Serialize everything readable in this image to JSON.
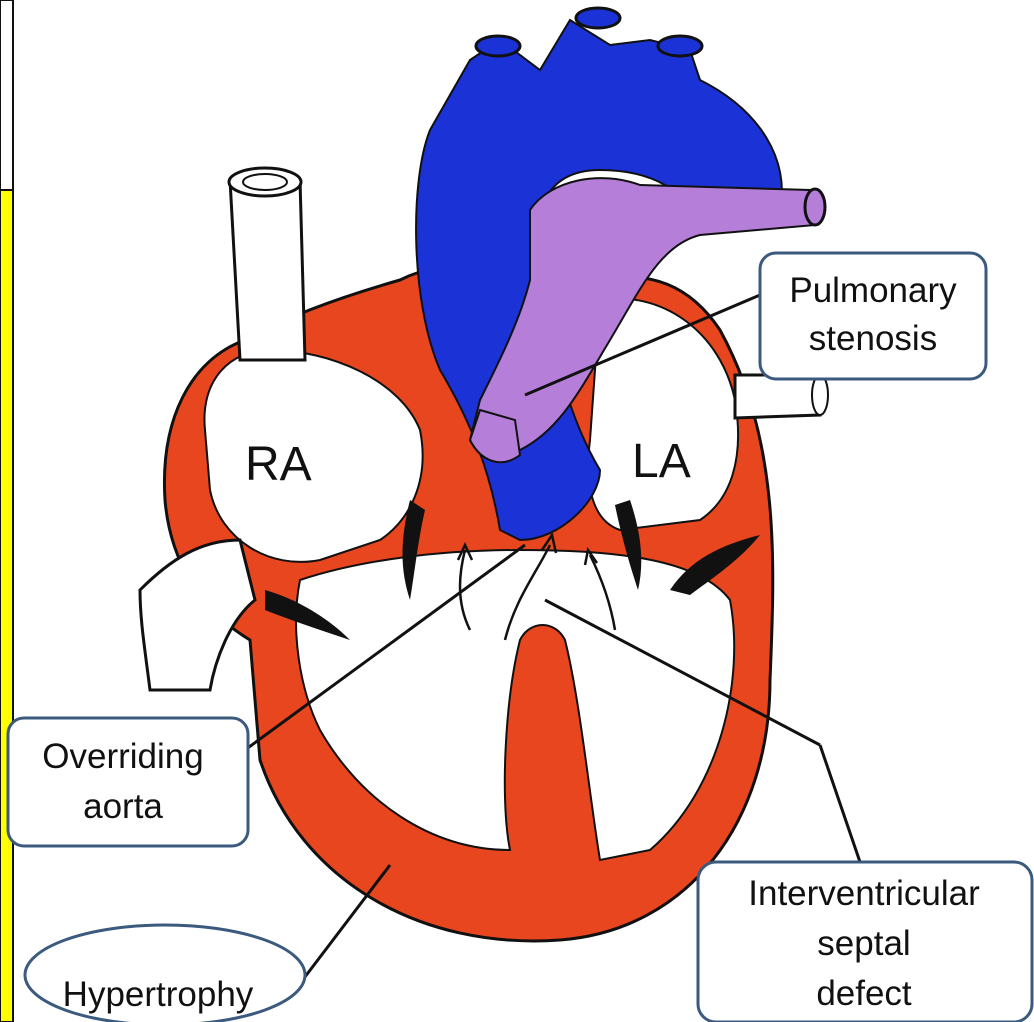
{
  "chambers": {
    "right_atrium": "RA",
    "left_atrium": "LA"
  },
  "callouts": {
    "pulmonary_stenosis": [
      "Pulmonary",
      "stenosis"
    ],
    "overriding_aorta": [
      "Overriding",
      "aorta"
    ],
    "interventricular_septal_defect": [
      "Interventricular",
      "septal",
      "defect"
    ],
    "hypertrophy": [
      "Hypertrophy"
    ]
  },
  "colors": {
    "muscle": "#e8461e",
    "aorta": "#1a32d6",
    "pulmonary": "#b57fd9",
    "sidebar": "#ffff00",
    "callout_border": "#3b5a7e"
  }
}
